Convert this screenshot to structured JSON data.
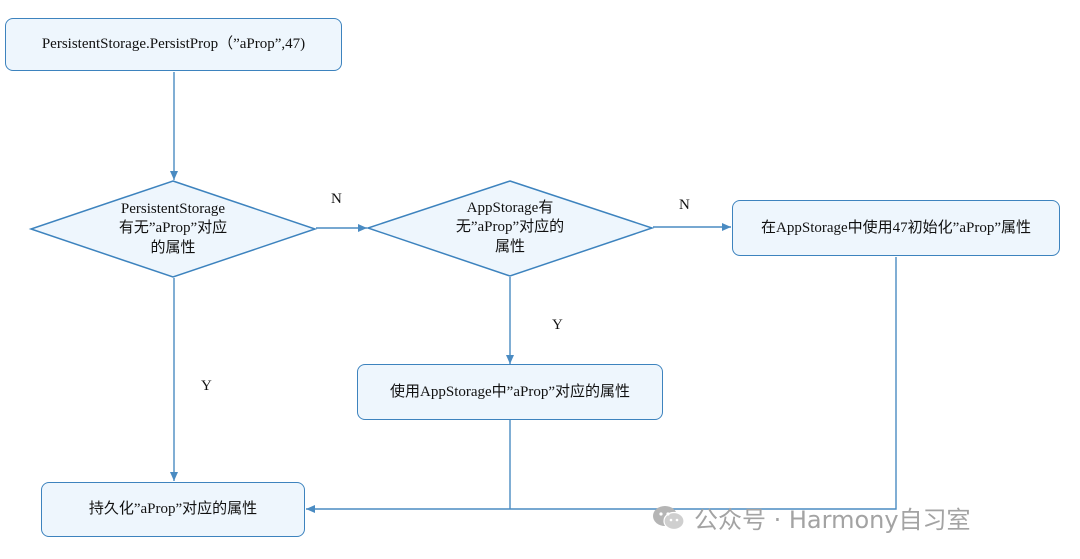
{
  "diagram": {
    "start_box": "PersistentStorage.PersistProp（”aProp”,47)",
    "decision1": {
      "line1": "PersistentStorage",
      "line2": "有无”aProp”对应",
      "line3": "的属性"
    },
    "decision2": {
      "line1": "AppStorage有",
      "line2": "无”aProp”对应的",
      "line3": "属性"
    },
    "init_box": "在AppStorage中使用47初始化”aProp”属性",
    "use_box": "使用AppStorage中”aProp”对应的属性",
    "persist_box": "持久化”aProp”对应的属性",
    "labels": {
      "n1": "N",
      "n2": "N",
      "y1": "Y",
      "y2": "Y"
    }
  },
  "watermark": {
    "text": "公众号 · Harmony自习室",
    "icon": "wechat-icon"
  },
  "colors": {
    "node_fill": "#eef6fd",
    "node_stroke": "#3d83be",
    "edge": "#4a8bc2",
    "watermark": "#a3a3a3"
  }
}
